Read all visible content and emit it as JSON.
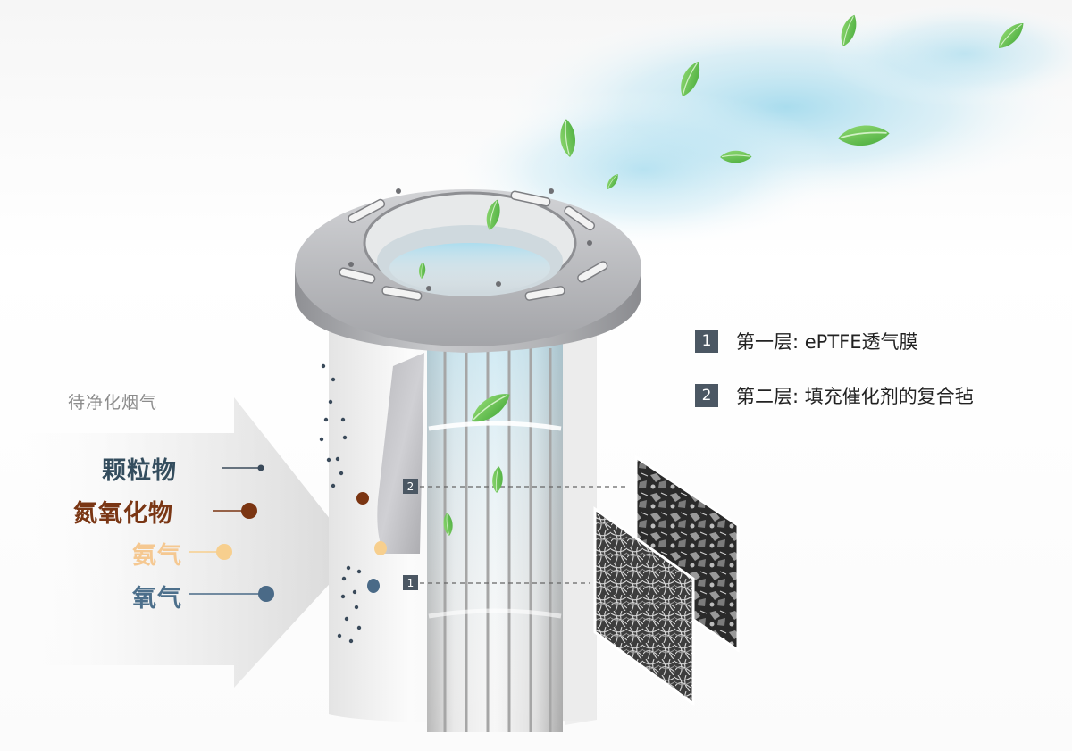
{
  "inflow": {
    "title": "待净化烟气",
    "gases": [
      {
        "label": "颗粒物",
        "color": "#344d5e",
        "dot": "#3a4a5a"
      },
      {
        "label": "氮氧化物",
        "color": "#7a3614",
        "dot": "#7b3512"
      },
      {
        "label": "氨气",
        "color": "#f5c891",
        "dot": "#f7cf8e"
      },
      {
        "label": "氧气",
        "color": "#4c6f8b",
        "dot": "#4a6a87"
      }
    ]
  },
  "layers": [
    {
      "number": "1",
      "label": "第一层: ePTFE透气膜"
    },
    {
      "number": "2",
      "label": "第二层: 填充催化剂的复合毡"
    }
  ],
  "colors": {
    "legend_badge": "#4b5763",
    "clean_air": "#8fd3ea",
    "leaf": "#6cc24a",
    "flange": "#a9aaad"
  }
}
